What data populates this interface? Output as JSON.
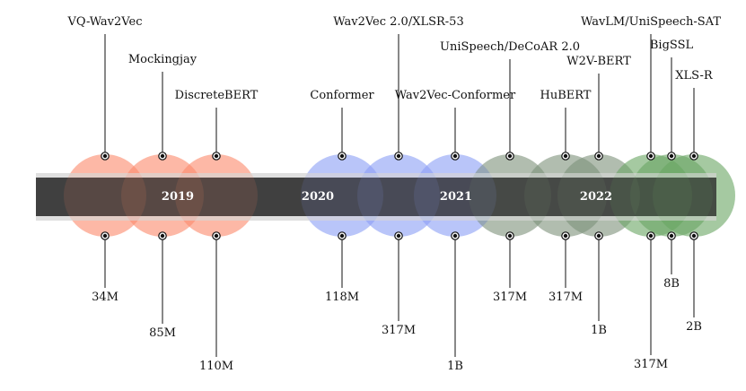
{
  "colors": {
    "2019": "#fb8a6e",
    "2020": "#8da0f5",
    "2021": "#7f927c",
    "2022": "#6aa865",
    "bar": "#2a2a2a"
  },
  "years": [
    {
      "label": "2019"
    },
    {
      "label": "2020"
    },
    {
      "label": "2021"
    },
    {
      "label": "2022"
    }
  ],
  "models": [
    {
      "name": "VQ-Wav2Vec",
      "params": "34M",
      "era": "2019"
    },
    {
      "name": "Mockingjay",
      "params": "85M",
      "era": "2019"
    },
    {
      "name": "DiscreteBERT",
      "params": "110M",
      "era": "2019"
    },
    {
      "name": "Conformer",
      "params": "118M",
      "era": "2020"
    },
    {
      "name": "Wav2Vec 2.0/XLSR-53",
      "params": "317M",
      "era": "2020"
    },
    {
      "name": "Wav2Vec-Conformer",
      "params": "1B",
      "era": "2020"
    },
    {
      "name": "UniSpeech/DeCoAR 2.0",
      "params": "317M",
      "era": "2021"
    },
    {
      "name": "HuBERT",
      "params": "317M",
      "era": "2021"
    },
    {
      "name": "W2V-BERT",
      "params": "1B",
      "era": "2021"
    },
    {
      "name": "WavLM/UniSpeech-SAT",
      "params": "317M",
      "era": "2022"
    },
    {
      "name": "BigSSL",
      "params": "8B",
      "era": "2022"
    },
    {
      "name": "XLS-R",
      "params": "2B",
      "era": "2022"
    }
  ]
}
